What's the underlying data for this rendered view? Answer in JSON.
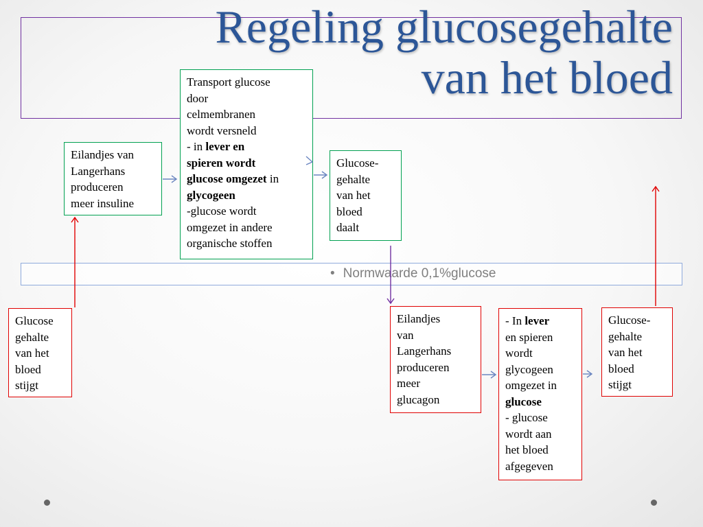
{
  "title": {
    "line1": "Regeling glucosegehalte",
    "line2": "van het bloed"
  },
  "norm": {
    "bullet": "•",
    "text": "Normwaarde 0,1%glucose"
  },
  "boxes": {
    "transport": {
      "l1": "Transport  glucose",
      "l2": "door",
      "l3": "celmembranen",
      "l4": "wordt versneld",
      "l5a": "- in ",
      "l5b": "lever en",
      "l6": "spieren wordt",
      "l7a": "glucose omgezet",
      "l7b": " in",
      "l8": "glycogeen",
      "l9": "-glucose wordt",
      "l10": "omgezet in andere",
      "l11": "organische stoffen"
    },
    "insuline": {
      "l1": "Eilandjes van",
      "l2": "Langerhans",
      "l3": "produceren",
      "l4": "meer insuline"
    },
    "daalt": {
      "l1": "Glucose-",
      "l2": "gehalte",
      "l3": "van het",
      "l4": "bloed",
      "l5": "daalt"
    },
    "stijgt_left": {
      "l1": "Glucose",
      "l2": "gehalte",
      "l3": "van het",
      "l4": "bloed",
      "l5": "stijgt"
    },
    "glucagon": {
      "l1": "Eilandjes",
      "l2": "van",
      "l3": "Langerhans",
      "l4": "produceren",
      "l5": "meer",
      "l6": "glucagon"
    },
    "lever": {
      "l1a": "- In ",
      "l1b": "lever",
      "l2": "en spieren",
      "l3": "wordt",
      "l4": "glycogeen",
      "l5": "omgezet in",
      "l6": "glucose",
      "l7": "- glucose",
      "l8": "wordt aan",
      "l9": "het bloed",
      "l10": "afgegeven"
    },
    "stijgt_right": {
      "l1": "Glucose-",
      "l2": "gehalte",
      "l3": "van het",
      "l4": "bloed",
      "l5": "stijgt"
    }
  },
  "colors": {
    "title": "#2c5697",
    "green_border": "#00a050",
    "red_border": "#e00000",
    "blue_arrow": "#6a85c0",
    "purple": "#7030a0"
  }
}
